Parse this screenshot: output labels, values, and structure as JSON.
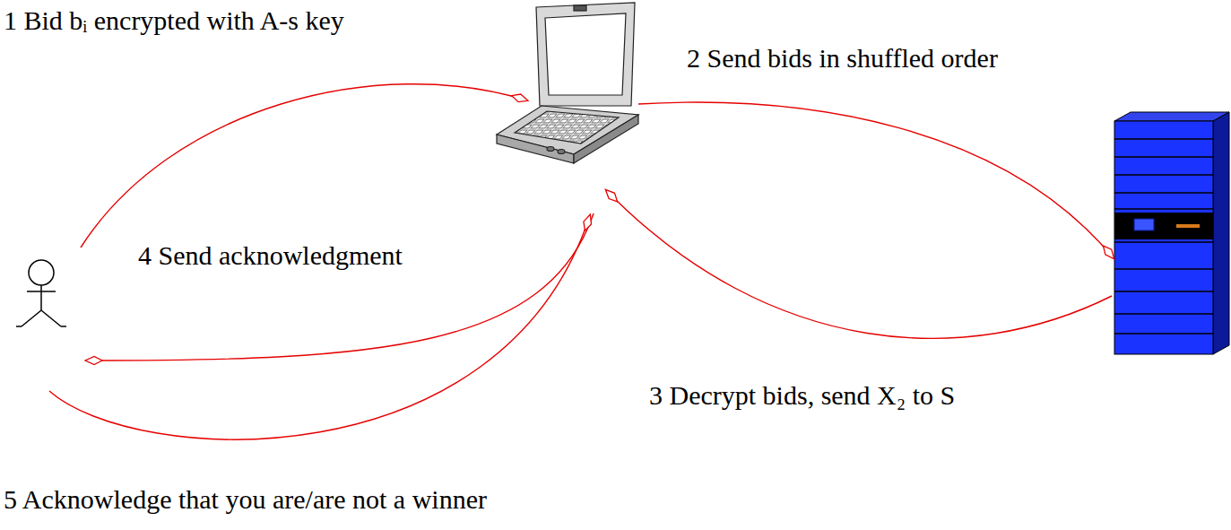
{
  "diagram": {
    "labels": [
      "1 Bid bᵢ encrypted with A-s key",
      "2 Send bids in shuffled order",
      "3 Decrypt bids, send X₂ to S",
      "4 Send acknowledgment",
      "5 Acknowledge that you are/are not a winner"
    ]
  }
}
